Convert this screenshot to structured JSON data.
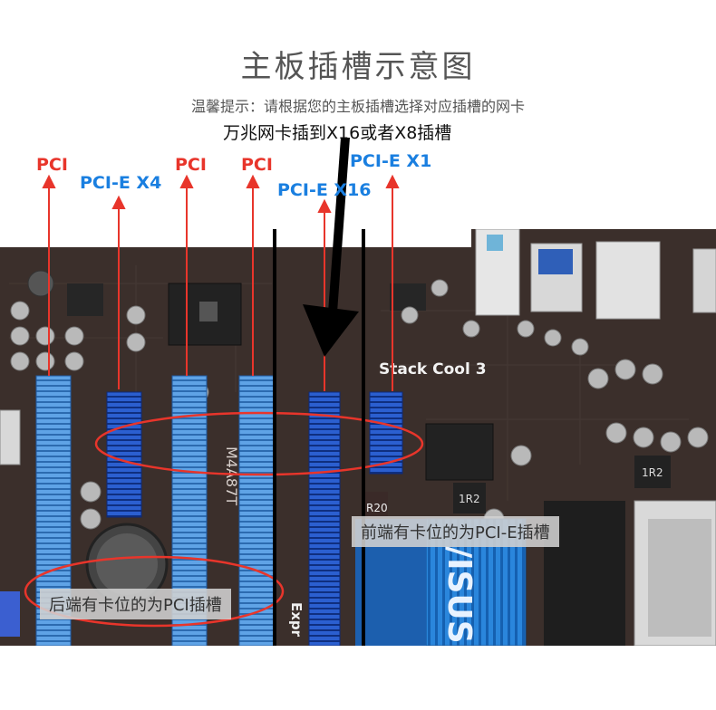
{
  "title": "主板插槽示意图",
  "hint": "温馨提示：请根据您的主板插槽选择对应插槽的网卡",
  "note": "万兆网卡插到X16或者X8插槽",
  "labels": {
    "pci_1": "PCI",
    "pcie_x4": "PCI-E X4",
    "pci_2": "PCI",
    "pci_3": "PCI",
    "pcie_x16": "PCI-E X16",
    "pcie_x1": "PCI-E X1"
  },
  "board_text": {
    "stack_cool": "Stack Cool 3",
    "brand": "/ISUS",
    "model": "M4A87T",
    "expr": "Expr",
    "r20": "R20",
    "r2": "1R2"
  },
  "callouts": {
    "front_latch": "前端有卡位的为PCI-E插槽",
    "rear_latch": "后端有卡位的为PCI插槽"
  },
  "colors": {
    "board": "#3a2e2a",
    "pci_slot": "#4a90d9",
    "pcie_slot": "#1d4fb8",
    "annotation_red": "#e8352b",
    "annotation_blue": "#1a7fe0",
    "heatsink": "#2f8fe0"
  }
}
